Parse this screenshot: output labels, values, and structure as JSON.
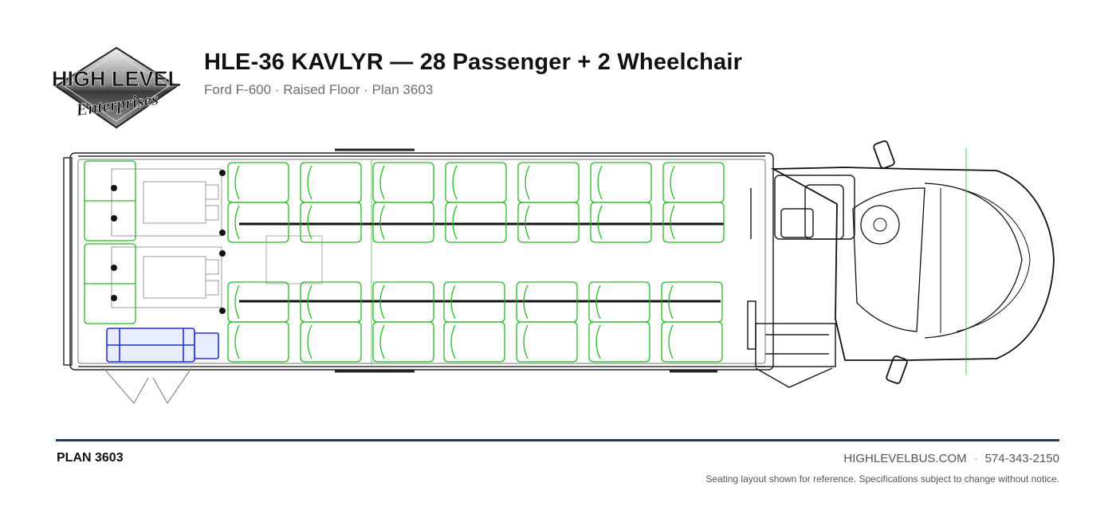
{
  "header": {
    "logo": {
      "line1": "HIGH LEVEL",
      "line2": "Enterprises"
    },
    "title": "HLE-36 KAVLYR — 28 Passenger + 2 Wheelchair",
    "subtitle": "Ford F-600 · Raised Floor · Plan 3603"
  },
  "footer": {
    "plan_label": "PLAN 3603",
    "website": "HIGHLEVELBUS.COM",
    "separator": "·",
    "phone": "574-343-2150",
    "disclaimer": "Seating layout shown for reference. Specifications subject to change without notice."
  },
  "diagram": {
    "seat_rows": 7,
    "passenger_seats": 28,
    "wheelchair_positions": 2,
    "colors": {
      "seat": "#22bb22",
      "lift": "#1f2fd6",
      "outline": "#222222",
      "rule": "#1f3b5c"
    }
  }
}
